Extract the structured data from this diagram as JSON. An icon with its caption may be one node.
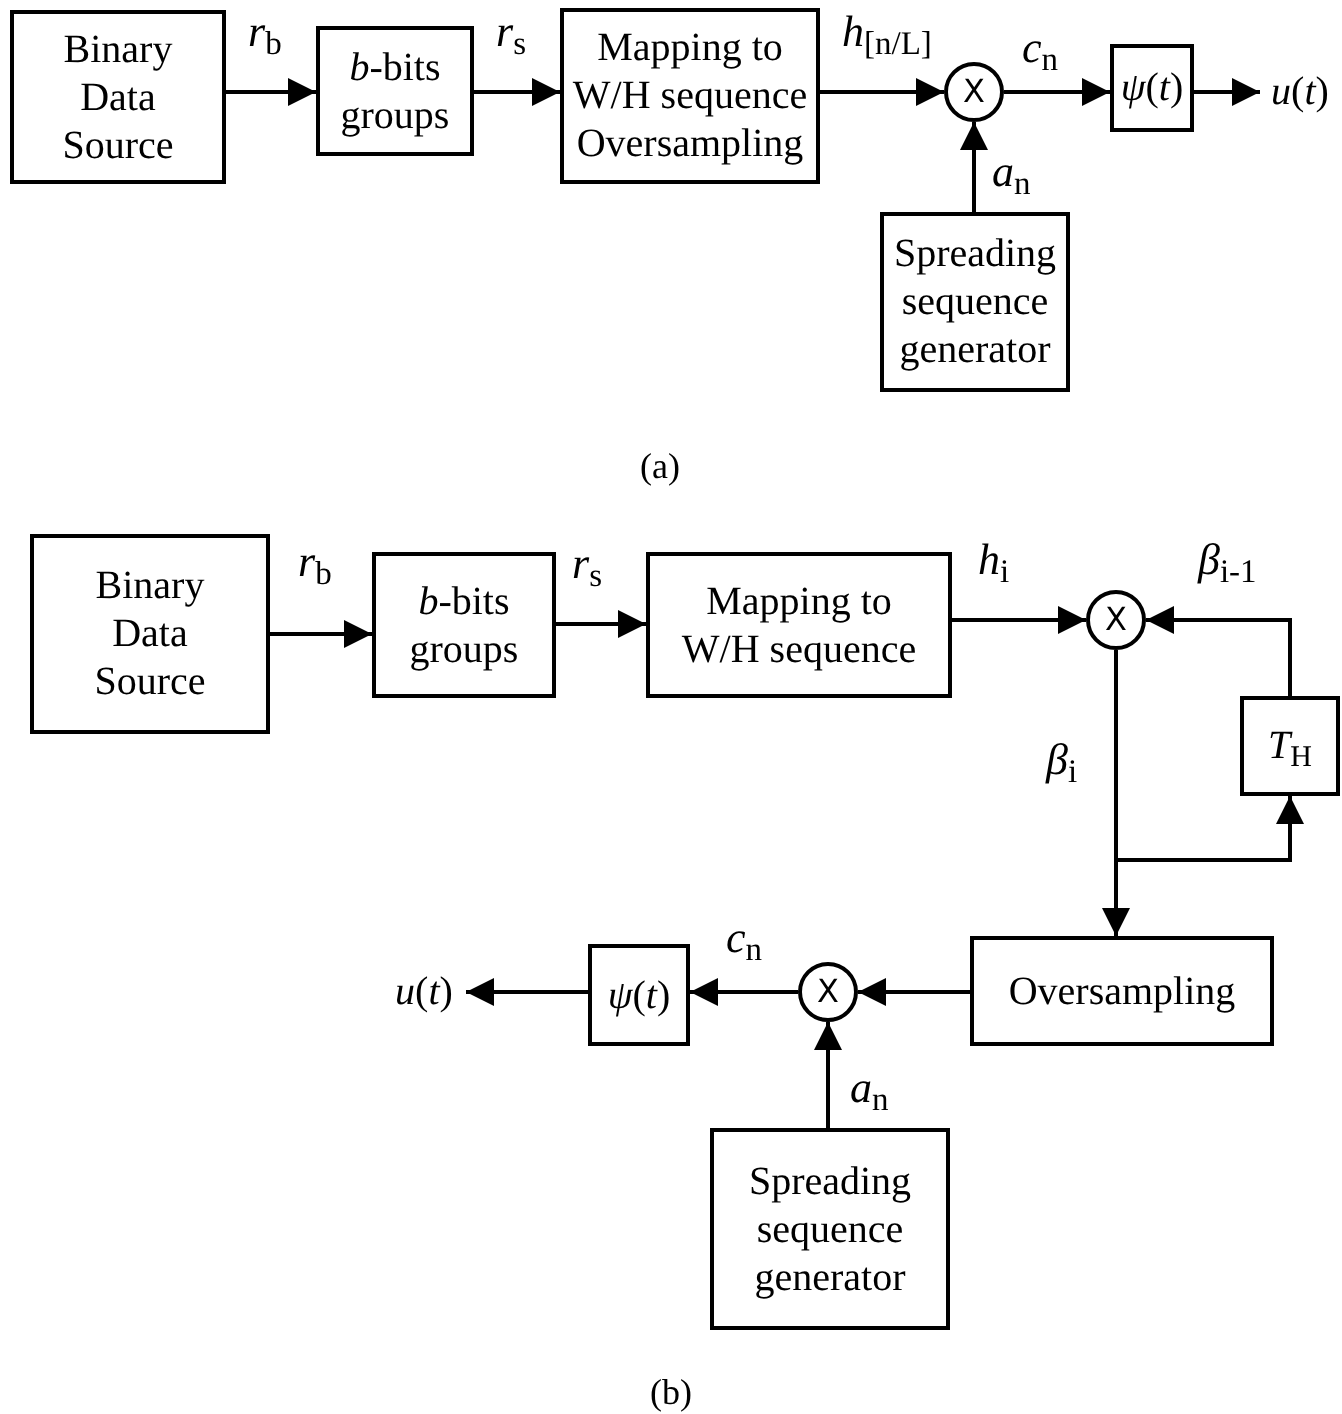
{
  "diagram": {
    "nodes": [
      {
        "text": [
          "Binary Data Source"
        ]
      },
      {
        "text": [
          "*b*-bits groups"
        ]
      },
      {
        "text": [
          "Mapping to W/H sequence Oversampling"
        ]
      },
      {
        "text": [
          "X"
        ]
      },
      {
        "text": [
          "*ψ*(*t*)"
        ]
      },
      {
        "text": [
          "*u*(*t*)"
        ]
      },
      {
        "text": [
          "Spreading sequence generator"
        ]
      },
      {
        "text": [
          "Binary Data Source"
        ]
      },
      {
        "text": [
          "*b*-bits groups"
        ]
      },
      {
        "text": [
          "Mapping to W/H sequence"
        ]
      },
      {
        "text": [
          "X"
        ]
      },
      {
        "text": [
          "*T*$_{H}$"
        ]
      },
      {
        "text": [
          "Oversampling"
        ]
      },
      {
        "text": [
          "X"
        ]
      },
      {
        "text": [
          "*ψ*(*t*)"
        ]
      },
      {
        "text": [
          "*u*(*t*)"
        ]
      },
      {
        "text": [
          "Spreading sequence generator"
        ]
      }
    ],
    "edges": [
      {
        "from": 0,
        "to": 1,
        "arrow": "to",
        "label": "*r*$_{b}$"
      },
      {
        "from": 1,
        "to": 2,
        "arrow": "to",
        "label": "*r*$_{s}$"
      },
      {
        "from": 2,
        "to": 3,
        "arrow": "to",
        "label": "*h*$_{[n/L]}$"
      },
      {
        "from": 3,
        "to": 4,
        "arrow": "to",
        "label": "*c*$_{n}$"
      },
      {
        "from": 4,
        "to": 5,
        "arrow": "to"
      },
      {
        "from": 6,
        "to": 3,
        "arrow": "to",
        "label": "*a*$_{n}$"
      },
      {
        "from": 7,
        "to": 8,
        "arrow": "to",
        "label": "*r*$_{b}$"
      },
      {
        "from": 8,
        "to": 9,
        "arrow": "to",
        "label": "*r*$_{s}$"
      },
      {
        "from": 9,
        "to": 10,
        "arrow": "to",
        "label": "*h*$_{i}$"
      },
      {
        "from": 11,
        "to": 10,
        "arrow": "to",
        "label": "*β*$_{i-1}$"
      },
      {
        "from": 10,
        "to": 12,
        "arrow": "to",
        "label": "*β*$_{i}$"
      },
      {
        "from": 10,
        "to": 11,
        "arrow": "to"
      },
      {
        "from": 12,
        "to": 13,
        "arrow": "to"
      },
      {
        "from": 16,
        "to": 13,
        "arrow": "to",
        "label": "*a*$_{n}$"
      },
      {
        "from": 13,
        "to": 14,
        "arrow": "to",
        "label": "*c*$_{n}$"
      },
      {
        "from": 14,
        "to": 15,
        "arrow": "to"
      }
    ],
    "labels": [
      "(a)",
      "(b)"
    ]
  }
}
